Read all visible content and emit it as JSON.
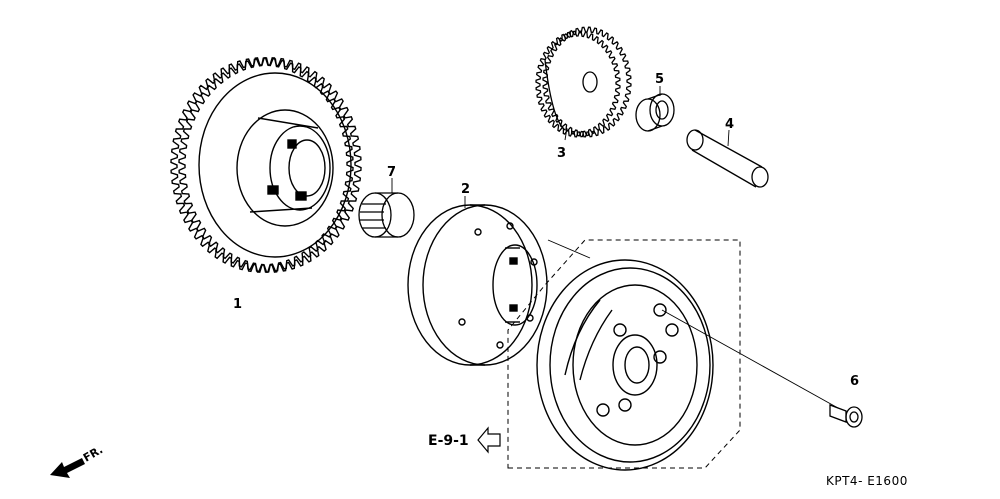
{
  "diagram": {
    "parts": [
      {
        "number": "1"
      },
      {
        "number": "2"
      },
      {
        "number": "3"
      },
      {
        "number": "4"
      },
      {
        "number": "5"
      },
      {
        "number": "6"
      },
      {
        "number": "7"
      }
    ],
    "reference": "E-9-1",
    "direction_label": "FR.",
    "drawing_code": "KPT4- E1600"
  },
  "icons": {
    "reference_arrow": "left-arrow-icon",
    "front_arrow": "front-direction-arrow-icon"
  },
  "colors": {
    "line": "#000000",
    "background": "#ffffff"
  }
}
